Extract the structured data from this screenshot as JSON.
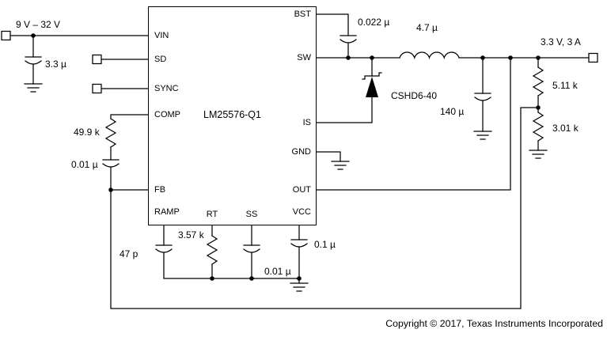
{
  "colors": {
    "wire": "#000000",
    "background": "#ffffff"
  },
  "ic": {
    "part": "LM25576-Q1",
    "pin_vin": "VIN",
    "pin_sd": "SD",
    "pin_sync": "SYNC",
    "pin_comp": "COMP",
    "pin_fb": "FB",
    "pin_ramp": "RAMP",
    "pin_rt": "RT",
    "pin_ss": "SS",
    "pin_bst": "BST",
    "pin_sw": "SW",
    "pin_is": "IS",
    "pin_gnd": "GND",
    "pin_out": "OUT",
    "pin_vcc": "VCC"
  },
  "labels": {
    "input_voltage": "9 V – 32 V",
    "input_cap": "3.3 µ",
    "comp_resistor": "49.9 k",
    "comp_cap": "0.01 µ",
    "ramp_cap": "47 p",
    "rt_resistor": "3.57 k",
    "ss_cap": "0.01 µ",
    "vcc_cap": "0.1 µ",
    "bst_cap": "0.022 µ",
    "inductor": "4.7 µ",
    "diode": "CSHD6-40",
    "output_cap": "140 µ",
    "fb_top_resistor": "5.11 k",
    "fb_bottom_resistor": "3.01 k",
    "output_rating": "3.3 V, 3 A"
  },
  "footer": {
    "copyright": "Copyright © 2017, Texas Instruments Incorporated"
  }
}
